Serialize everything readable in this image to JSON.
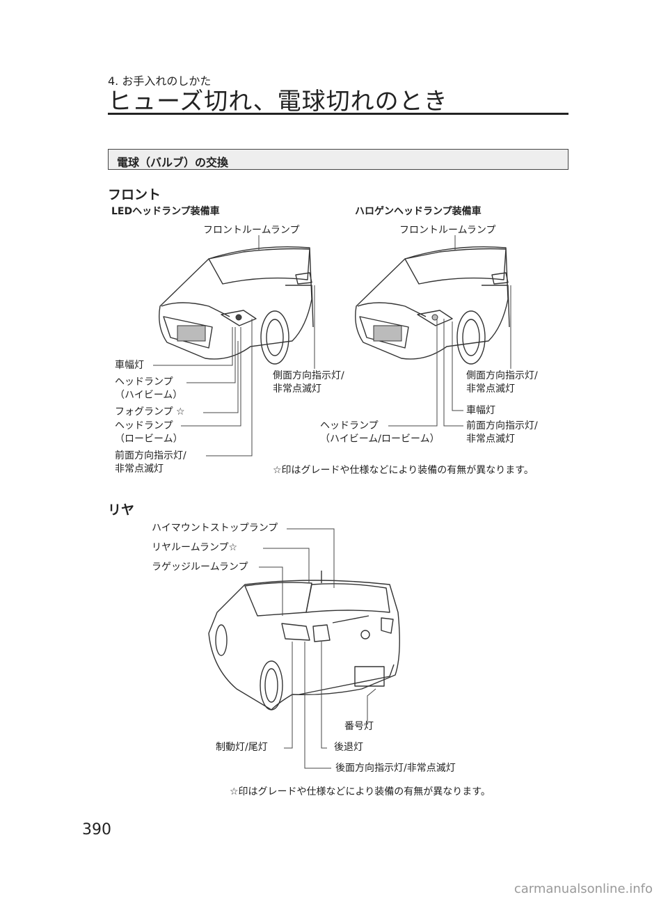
{
  "header": {
    "chapter": "4. お手入れのしかた",
    "title": "ヒューズ切れ、電球切れのとき"
  },
  "section": {
    "title": "電球（バルブ）の交換"
  },
  "front": {
    "heading": "フロント",
    "led": {
      "variant": "LEDヘッドランプ装備車",
      "labels": {
        "room_lamp": "フロントルームランプ",
        "side_marker": "車幅灯",
        "high_beam": "ヘッドランプ\n（ハイビーム）",
        "fog": "フォグランプ ☆",
        "low_beam": "ヘッドランプ\n（ロービーム）",
        "front_turn": "前面方向指示灯/\n非常点滅灯",
        "side_turn": "側面方向指示灯/\n非常点滅灯"
      }
    },
    "halogen": {
      "variant": "ハロゲンヘッドランプ装備車",
      "labels": {
        "room_lamp": "フロントルームランプ",
        "side_turn": "側面方向指示灯/\n非常点滅灯",
        "side_marker": "車幅灯",
        "headlamp": "ヘッドランプ\n（ハイビーム/ロービーム）",
        "front_turn": "前面方向指示灯/\n非常点滅灯"
      }
    },
    "note": "☆印はグレードや仕様などにより装備の有無が異なります。"
  },
  "rear": {
    "heading": "リヤ",
    "labels": {
      "high_mount": "ハイマウントストップランプ",
      "rear_room": "リヤルームランプ☆",
      "luggage": "ラゲッジルームランプ",
      "license": "番号灯",
      "brake_tail": "制動灯/尾灯",
      "reverse": "後退灯",
      "rear_turn": "後面方向指示灯/非常点滅灯"
    },
    "note": "☆印はグレードや仕様などにより装備の有無が異なります。"
  },
  "footer": {
    "page_number": "390",
    "watermark": "carmanualsonline.info"
  }
}
